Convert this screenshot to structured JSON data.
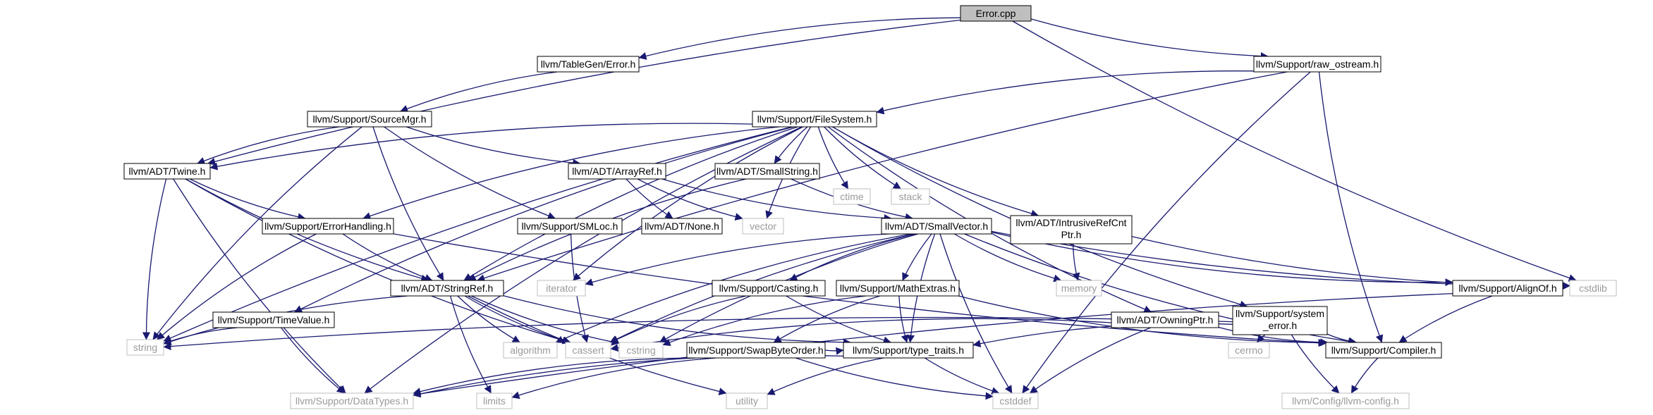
{
  "colors": {
    "edge": "#191970",
    "node_border": "#000000",
    "external_border": "#bfbfbf",
    "root_fill": "#bfbfbf",
    "node_fill": "#ffffff",
    "external_text": "#9a9a9a"
  },
  "nodes": [
    {
      "id": "error_cpp",
      "label": "Error.cpp",
      "kind": "root"
    },
    {
      "id": "tablegen_error",
      "label": "llvm/TableGen/Error.h",
      "kind": "internal"
    },
    {
      "id": "raw_ostream",
      "label": "llvm/Support/raw_ostream.h",
      "kind": "internal"
    },
    {
      "id": "sourcemgr",
      "label": "llvm/Support/SourceMgr.h",
      "kind": "internal"
    },
    {
      "id": "filesystem",
      "label": "llvm/Support/FileSystem.h",
      "kind": "internal"
    },
    {
      "id": "twine",
      "label": "llvm/ADT/Twine.h",
      "kind": "internal"
    },
    {
      "id": "arrayref",
      "label": "llvm/ADT/ArrayRef.h",
      "kind": "internal"
    },
    {
      "id": "smallstring",
      "label": "llvm/ADT/SmallString.h",
      "kind": "internal"
    },
    {
      "id": "ctime",
      "label": "ctime",
      "kind": "external"
    },
    {
      "id": "stack",
      "label": "stack",
      "kind": "external"
    },
    {
      "id": "errorhandling",
      "label": "llvm/Support/ErrorHandling.h",
      "kind": "internal"
    },
    {
      "id": "smloc",
      "label": "llvm/Support/SMLoc.h",
      "kind": "internal"
    },
    {
      "id": "none",
      "label": "llvm/ADT/None.h",
      "kind": "internal"
    },
    {
      "id": "vector",
      "label": "vector",
      "kind": "external"
    },
    {
      "id": "smallvector",
      "label": "llvm/ADT/SmallVector.h",
      "kind": "internal"
    },
    {
      "id": "intrusiverefcnt",
      "label": "llvm/ADT/IntrusiveRefCnt",
      "label2": "Ptr.h",
      "kind": "internal"
    },
    {
      "id": "timevalue",
      "label": "llvm/Support/TimeValue.h",
      "kind": "internal"
    },
    {
      "id": "stringref",
      "label": "llvm/ADT/StringRef.h",
      "kind": "internal"
    },
    {
      "id": "iterator",
      "label": "iterator",
      "kind": "external"
    },
    {
      "id": "casting",
      "label": "llvm/Support/Casting.h",
      "kind": "internal"
    },
    {
      "id": "mathextras",
      "label": "llvm/Support/MathExtras.h",
      "kind": "internal"
    },
    {
      "id": "memory",
      "label": "memory",
      "kind": "external"
    },
    {
      "id": "owningptr",
      "label": "llvm/ADT/OwningPtr.h",
      "kind": "internal"
    },
    {
      "id": "system_error",
      "label": "llvm/Support/system",
      "label2": "_error.h",
      "kind": "internal"
    },
    {
      "id": "alignof",
      "label": "llvm/Support/AlignOf.h",
      "kind": "internal"
    },
    {
      "id": "cstdlib",
      "label": "cstdlib",
      "kind": "external"
    },
    {
      "id": "string",
      "label": "string",
      "kind": "external"
    },
    {
      "id": "algorithm",
      "label": "algorithm",
      "kind": "external"
    },
    {
      "id": "cassert",
      "label": "cassert",
      "kind": "external"
    },
    {
      "id": "cstring",
      "label": "cstring",
      "kind": "external"
    },
    {
      "id": "swapbyteorder",
      "label": "llvm/Support/SwapByteOrder.h",
      "kind": "internal"
    },
    {
      "id": "type_traits",
      "label": "llvm/Support/type_traits.h",
      "kind": "internal"
    },
    {
      "id": "cerrno",
      "label": "cerrno",
      "kind": "external"
    },
    {
      "id": "compiler",
      "label": "llvm/Support/Compiler.h",
      "kind": "internal"
    },
    {
      "id": "datatypes",
      "label": "llvm/Support/DataTypes.h",
      "kind": "external"
    },
    {
      "id": "limits",
      "label": "limits",
      "kind": "external"
    },
    {
      "id": "utility",
      "label": "utility",
      "kind": "external"
    },
    {
      "id": "cstddef",
      "label": "cstddef",
      "kind": "external"
    },
    {
      "id": "llvm_config",
      "label": "llvm/Config/llvm-config.h",
      "kind": "external"
    }
  ],
  "edges": [
    [
      "error_cpp",
      "tablegen_error"
    ],
    [
      "error_cpp",
      "raw_ostream"
    ],
    [
      "error_cpp",
      "twine"
    ],
    [
      "error_cpp",
      "cstdlib"
    ],
    [
      "tablegen_error",
      "sourcemgr"
    ],
    [
      "raw_ostream",
      "filesystem"
    ],
    [
      "raw_ostream",
      "stringref"
    ],
    [
      "raw_ostream",
      "compiler"
    ],
    [
      "raw_ostream",
      "cstddef"
    ],
    [
      "sourcemgr",
      "twine"
    ],
    [
      "sourcemgr",
      "arrayref"
    ],
    [
      "sourcemgr",
      "smloc"
    ],
    [
      "sourcemgr",
      "stringref"
    ],
    [
      "sourcemgr",
      "string"
    ],
    [
      "filesystem",
      "twine"
    ],
    [
      "filesystem",
      "smallstring"
    ],
    [
      "filesystem",
      "ctime"
    ],
    [
      "filesystem",
      "stack"
    ],
    [
      "filesystem",
      "errorhandling"
    ],
    [
      "filesystem",
      "vector"
    ],
    [
      "filesystem",
      "intrusiverefcnt"
    ],
    [
      "filesystem",
      "timevalue"
    ],
    [
      "filesystem",
      "stringref"
    ],
    [
      "filesystem",
      "iterator"
    ],
    [
      "filesystem",
      "owningptr"
    ],
    [
      "filesystem",
      "system_error"
    ],
    [
      "filesystem",
      "string"
    ],
    [
      "filesystem",
      "datatypes"
    ],
    [
      "twine",
      "errorhandling"
    ],
    [
      "twine",
      "stringref"
    ],
    [
      "twine",
      "string"
    ],
    [
      "twine",
      "cassert"
    ],
    [
      "twine",
      "datatypes"
    ],
    [
      "arrayref",
      "none"
    ],
    [
      "arrayref",
      "smallvector"
    ],
    [
      "arrayref",
      "vector"
    ],
    [
      "smallstring",
      "smallvector"
    ],
    [
      "smallstring",
      "stringref"
    ],
    [
      "errorhandling",
      "stringref"
    ],
    [
      "errorhandling",
      "string"
    ],
    [
      "errorhandling",
      "compiler"
    ],
    [
      "smloc",
      "cassert"
    ],
    [
      "smallvector",
      "iterator"
    ],
    [
      "smallvector",
      "casting"
    ],
    [
      "smallvector",
      "mathextras"
    ],
    [
      "smallvector",
      "memory"
    ],
    [
      "smallvector",
      "alignof"
    ],
    [
      "smallvector",
      "compiler"
    ],
    [
      "smallvector",
      "cstdlib"
    ],
    [
      "smallvector",
      "algorithm"
    ],
    [
      "smallvector",
      "cassert"
    ],
    [
      "smallvector",
      "cstring"
    ],
    [
      "smallvector",
      "type_traits"
    ],
    [
      "smallvector",
      "cstddef"
    ],
    [
      "intrusiverefcnt",
      "memory"
    ],
    [
      "intrusiverefcnt",
      "cstdlib"
    ],
    [
      "timevalue",
      "string"
    ],
    [
      "timevalue",
      "datatypes"
    ],
    [
      "stringref",
      "string"
    ],
    [
      "stringref",
      "algorithm"
    ],
    [
      "stringref",
      "cassert"
    ],
    [
      "stringref",
      "cstring"
    ],
    [
      "stringref",
      "type_traits"
    ],
    [
      "stringref",
      "limits"
    ],
    [
      "stringref",
      "utility"
    ],
    [
      "casting",
      "type_traits"
    ],
    [
      "casting",
      "cassert"
    ],
    [
      "mathextras",
      "swapbyteorder"
    ],
    [
      "mathextras",
      "type_traits"
    ],
    [
      "mathextras",
      "compiler"
    ],
    [
      "mathextras",
      "cstring"
    ],
    [
      "owningptr",
      "compiler"
    ],
    [
      "owningptr",
      "cassert"
    ],
    [
      "owningptr",
      "cstddef"
    ],
    [
      "system_error",
      "cerrno"
    ],
    [
      "system_error",
      "compiler"
    ],
    [
      "system_error",
      "type_traits"
    ],
    [
      "system_error",
      "string"
    ],
    [
      "system_error",
      "llvm_config"
    ],
    [
      "alignof",
      "compiler"
    ],
    [
      "alignof",
      "datatypes"
    ],
    [
      "swapbyteorder",
      "type_traits"
    ],
    [
      "swapbyteorder",
      "datatypes"
    ],
    [
      "swapbyteorder",
      "limits"
    ],
    [
      "swapbyteorder",
      "cstddef"
    ],
    [
      "type_traits",
      "datatypes"
    ],
    [
      "type_traits",
      "cstddef"
    ],
    [
      "type_traits",
      "utility"
    ],
    [
      "compiler",
      "llvm_config"
    ]
  ]
}
